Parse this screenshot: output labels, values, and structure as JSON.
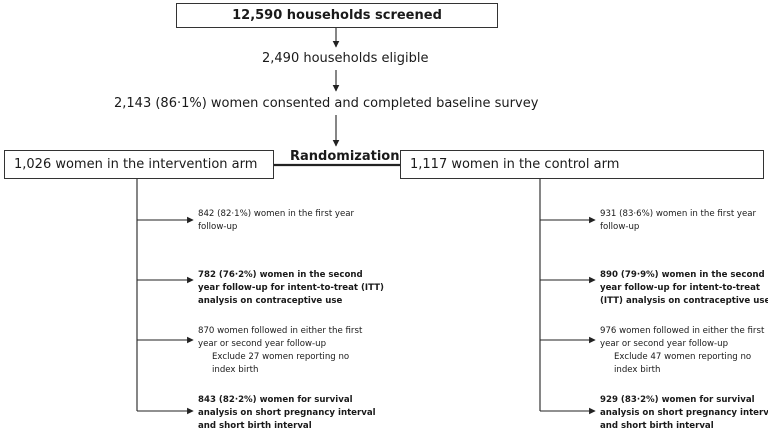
{
  "top": {
    "screened": "12,590 households screened",
    "eligible": "2,490 households eligible",
    "consented": "2,143 (86·1%) women consented and completed baseline survey"
  },
  "randomization": "Randomization",
  "intervention": {
    "title": "1,026 women in the intervention arm",
    "items": [
      {
        "lines": [
          "842 (82·1%) women in the first year",
          "follow-up"
        ]
      },
      {
        "lines": [
          "782 (76·2%) women in the second",
          "year follow-up for intent-to-treat (ITT)",
          "analysis on contraceptive use"
        ]
      },
      {
        "lines": [
          "870 women followed in either the first",
          "year or second year follow-up"
        ]
      },
      {
        "lines": [
          "Exclude 27 women reporting no",
          "index birth"
        ]
      },
      {
        "lines": [
          "843 (82·2%) women for survival",
          "analysis on short pregnancy interval",
          "and short birth interval"
        ]
      }
    ]
  },
  "control": {
    "title": "1,117 women in the control arm",
    "items": [
      {
        "lines": [
          "931 (83·6%) women in the first year",
          "follow-up"
        ]
      },
      {
        "lines": [
          "890 (79·9%) women in the second",
          "year follow-up for intent-to-treat",
          "(ITT) analysis on contraceptive use"
        ]
      },
      {
        "lines": [
          "976 women followed in either the first",
          "year or second year follow-up"
        ]
      },
      {
        "lines": [
          "Exclude 47 women reporting no",
          "index birth"
        ]
      },
      {
        "lines": [
          "929 (83·2%) women for survival",
          "analysis on short pregnancy interval",
          "and short birth interval"
        ]
      }
    ]
  }
}
